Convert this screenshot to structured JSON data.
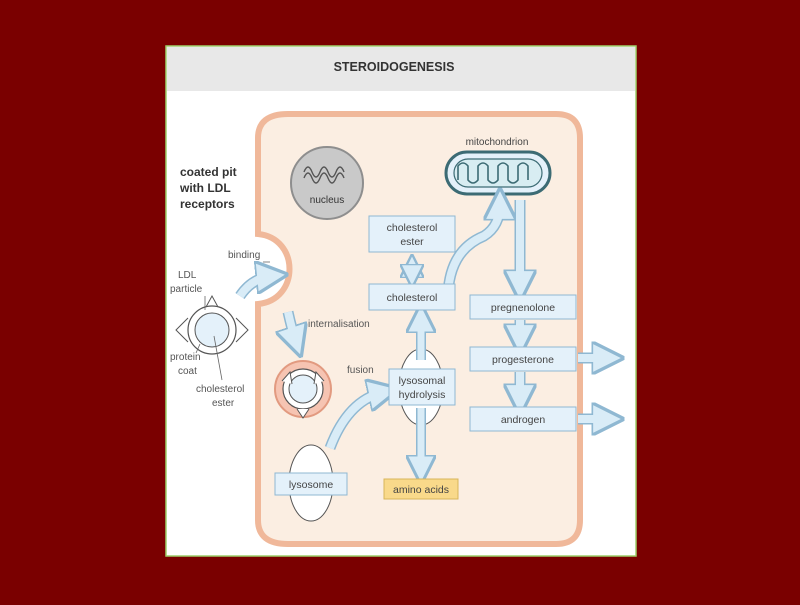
{
  "title": "STEROIDOGENESIS",
  "labels": {
    "coated_pit_line1": "coated pit",
    "coated_pit_line2": "with LDL",
    "coated_pit_line3": "receptors",
    "binding": "binding",
    "ldl_line1": "LDL",
    "ldl_line2": "particle",
    "protein_line1": "protein",
    "protein_line2": "coat",
    "chol_ester_line1": "cholesterol",
    "chol_ester_line2": "ester",
    "internalisation": "internalisation",
    "fusion": "fusion",
    "nucleus": "nucleus",
    "mitochondrion": "mitochondrion"
  },
  "boxes": {
    "cholesterol_ester_line1": "cholesterol",
    "cholesterol_ester_line2": "ester",
    "cholesterol": "cholesterol",
    "lysosomal_line1": "lysosomal",
    "lysosomal_line2": "hydrolysis",
    "lysosome": "lysosome",
    "amino_acids": "amino acids",
    "pregnenolone": "pregnenolone",
    "progesterone": "progesterone",
    "androgen": "androgen"
  },
  "colors": {
    "background": "#7a0000",
    "panel": "#ffffff",
    "panel_border": "#9ecf6a",
    "header_band": "#e8e8e8",
    "cell_fill": "#fbeee2",
    "cell_border": "#f0b89a",
    "box_fill": "#e4f1fa",
    "box_stroke": "#8fb8d2",
    "arrow_fill": "#d9ecf7",
    "amino_fill": "#f9d98a",
    "text": "#444444"
  }
}
